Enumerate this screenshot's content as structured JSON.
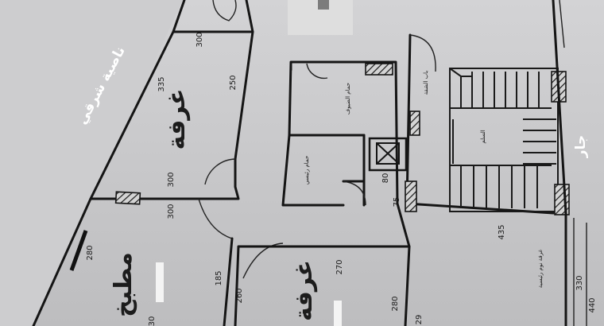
{
  "side_labels": {
    "east_side": "ناصية شرقي",
    "neighbor": "جار"
  },
  "rooms": {
    "room_upper": "غرفة",
    "kitchen": "مطبخ",
    "room_lower": "غرفة",
    "guest_bathroom": "حمام الضيوف",
    "master_bathroom": "حمام رئيسي",
    "apartment_door": "باب الشقة",
    "stairs": "السلم",
    "master_bedroom": "غرفة نوم رئيسية"
  },
  "dimensions": {
    "top_300": "300",
    "d_335": "335",
    "d_250": "250",
    "d_300_a": "300",
    "d_300_b": "300",
    "d_280_left": "280",
    "d_185": "185",
    "d_260": "260",
    "d_270": "270",
    "d_280_right": "280",
    "d_30_bottom": "30",
    "d_29_bottom": "29",
    "d_80": "80",
    "d_75": "75",
    "d_435": "435",
    "d_330": "330",
    "d_440": "440"
  }
}
